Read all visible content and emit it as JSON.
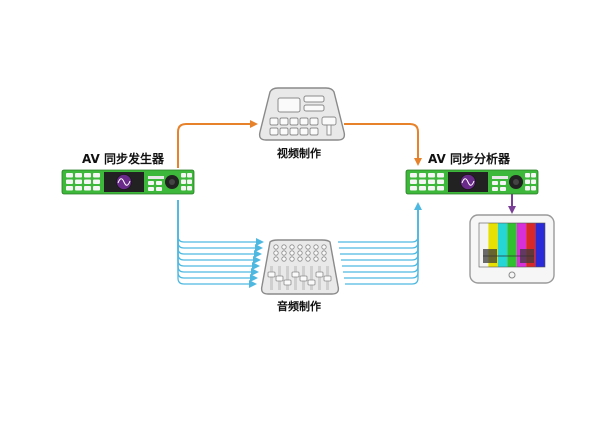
{
  "labels": {
    "generator": "AV 同步发生器",
    "analyzer": "AV 同步分析器",
    "video_production": "视频制作",
    "audio_production": "音频制作"
  },
  "colors": {
    "video_signal": "#E8822A",
    "audio_signal": "#4FB8E0",
    "monitor_link": "#7B3F98",
    "device_green": "#3DB83A",
    "device_dark": "#222222",
    "console_outline": "#8A8A8A",
    "console_fill": "#E9E9E9"
  },
  "test_pattern_bars": [
    "#F4F4F4",
    "#E8E000",
    "#26D6D6",
    "#30C030",
    "#D830D8",
    "#D82828",
    "#2A2AD8"
  ],
  "icons": {
    "generator": "av-sync-generator-device-icon",
    "analyzer": "av-sync-analyzer-device-icon",
    "video": "video-console-icon",
    "audio": "audio-mixer-icon",
    "monitor": "tablet-monitor-icon"
  }
}
